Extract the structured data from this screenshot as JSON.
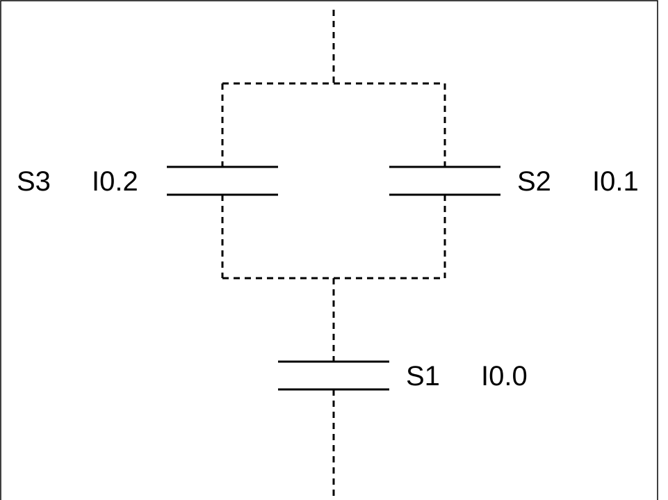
{
  "contacts": [
    {
      "id": "S1",
      "name": "S1",
      "address": "I0.0"
    },
    {
      "id": "S2",
      "name": "S2",
      "address": "I0.1"
    },
    {
      "id": "S3",
      "name": "S3",
      "address": "I0.2"
    }
  ],
  "colors": {
    "line": "#000000",
    "background": "#ffffff"
  }
}
